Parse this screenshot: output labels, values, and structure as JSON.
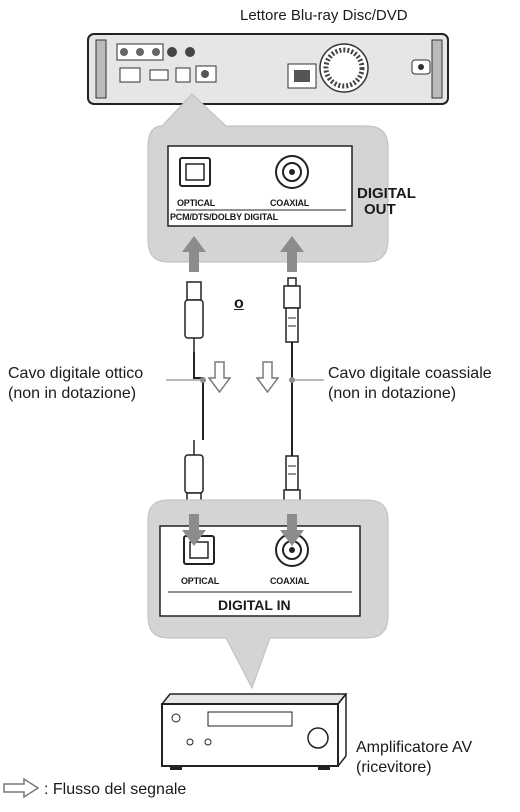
{
  "player": {
    "label": "Lettore Blu-ray Disc/DVD",
    "panel": {
      "optical": "OPTICAL",
      "coaxial": "COAXIAL",
      "formats": "PCM/DTS/DOLBY DIGITAL",
      "digital": "DIGITAL",
      "out": "OUT"
    }
  },
  "or_label": "o",
  "cables": {
    "optical": {
      "line1": "Cavo digitale ottico",
      "line2": "(non in dotazione)"
    },
    "coaxial": {
      "line1": "Cavo digitale coassiale",
      "line2": "(non in dotazione)"
    }
  },
  "amp_panel": {
    "optical": "OPTICAL",
    "coaxial": "COAXIAL",
    "digital_in": "DIGITAL IN"
  },
  "amplifier": {
    "line1": "Amplificatore AV",
    "line2": "(ricevitore)"
  },
  "legend": {
    "text": ": Flusso del segnale"
  },
  "colors": {
    "callout": "#d4d4d4",
    "arrow": "#8c8c8c",
    "line": "#1a1a1a"
  }
}
